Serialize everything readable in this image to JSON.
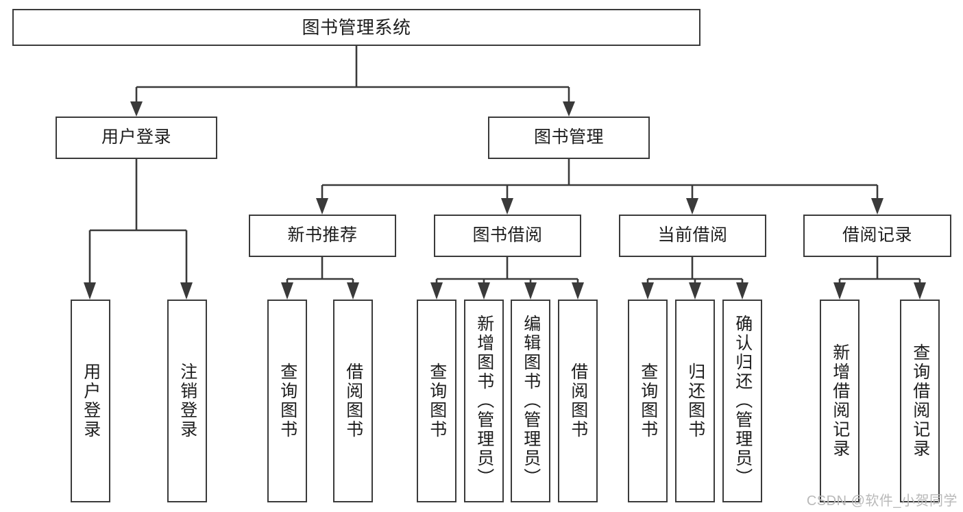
{
  "diagram": {
    "title": "图书管理系统",
    "type": "tree",
    "root": {
      "label": "图书管理系统"
    },
    "level2": [
      {
        "label": "用户登录"
      },
      {
        "label": "图书管理"
      }
    ],
    "level3": [
      {
        "label": "新书推荐"
      },
      {
        "label": "图书借阅"
      },
      {
        "label": "当前借阅"
      },
      {
        "label": "借阅记录"
      }
    ],
    "leaves": {
      "user_login": [
        {
          "label": "用户登录"
        },
        {
          "label": "注销登录"
        }
      ],
      "new_book": [
        {
          "label": "查询图书"
        },
        {
          "label": "借阅图书"
        }
      ],
      "book_borrow": [
        {
          "label": "查询图书"
        },
        {
          "label": "新增图书（管理员）"
        },
        {
          "label": "编辑图书（管理员）"
        },
        {
          "label": "借阅图书"
        }
      ],
      "current_borrow": [
        {
          "label": "查询图书"
        },
        {
          "label": "归还图书"
        },
        {
          "label": "确认归还（管理员）"
        }
      ],
      "borrow_record": [
        {
          "label": "新增借阅记录"
        },
        {
          "label": "查询借阅记录"
        }
      ]
    }
  },
  "watermark": {
    "text": "CSDN @软件_小贺同学"
  },
  "colors": {
    "stroke": "#3a3a3a",
    "text": "#1d1d1d",
    "background": "#ffffff",
    "watermark": "#b9b9b9"
  }
}
